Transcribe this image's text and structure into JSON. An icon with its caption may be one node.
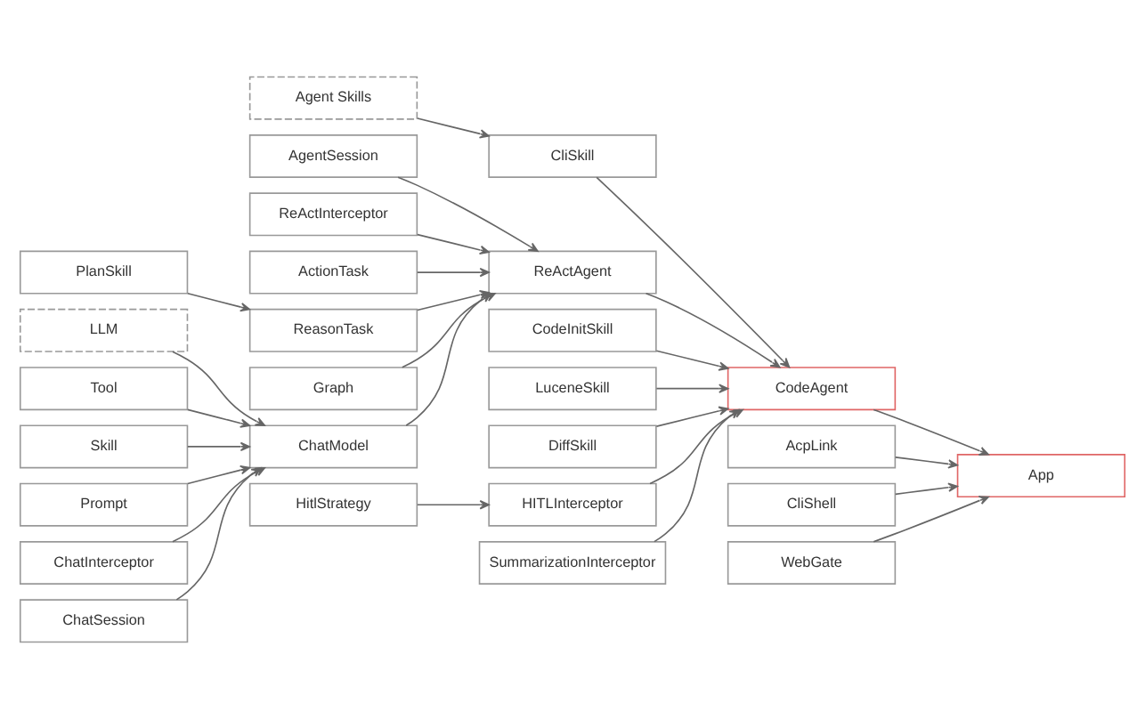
{
  "diagram": {
    "nodes": [
      {
        "text": [
          "AgentSession"
        ]
      },
      {
        "text": [
          "ReActInterceptor"
        ]
      },
      {
        "text": [
          "ActionTask"
        ]
      },
      {
        "text": [
          "PlanSkill"
        ]
      },
      {
        "text": [
          "ReasonTask"
        ]
      },
      {
        "text": [
          "Graph"
        ]
      },
      {
        "text": [
          "AcpLink"
        ]
      },
      {
        "text": [
          "CliShell"
        ]
      },
      {
        "text": [
          "WebGate"
        ]
      },
      {
        "text": [
          "LLM"
        ]
      },
      {
        "text": [
          "ChatModel"
        ]
      },
      {
        "text": [
          "ReActAgent"
        ]
      },
      {
        "text": [
          "CodeAgent"
        ]
      },
      {
        "text": [
          "App"
        ]
      },
      {
        "text": [
          "Tool"
        ]
      },
      {
        "text": [
          "CliSkill"
        ]
      },
      {
        "text": [
          "Skill"
        ]
      },
      {
        "text": [
          "Agent Skills"
        ]
      },
      {
        "text": [
          "CodeInitSkill"
        ]
      },
      {
        "text": [
          "Prompt"
        ]
      },
      {
        "text": [
          "LuceneSkill"
        ]
      },
      {
        "text": [
          "ChatInterceptor"
        ]
      },
      {
        "text": [
          "DiffSkill"
        ]
      },
      {
        "text": [
          "ChatSession"
        ]
      },
      {
        "text": [
          "HITLInterceptor"
        ]
      },
      {
        "text": [
          "HitlStrategy"
        ]
      },
      {
        "text": [
          "SummarizationInterceptor"
        ]
      }
    ],
    "edges": [
      {
        "from": 9,
        "to": 10,
        "arrow": "to"
      },
      {
        "from": 14,
        "to": 10,
        "arrow": "to"
      },
      {
        "from": 16,
        "to": 10,
        "arrow": "to"
      },
      {
        "from": 19,
        "to": 10,
        "arrow": "to"
      },
      {
        "from": 21,
        "to": 10,
        "arrow": "to"
      },
      {
        "from": 23,
        "to": 10,
        "arrow": "to"
      },
      {
        "from": 10,
        "to": 11,
        "arrow": "to"
      },
      {
        "from": 3,
        "to": 4,
        "arrow": "to"
      },
      {
        "from": 0,
        "to": 11,
        "arrow": "to"
      },
      {
        "from": 1,
        "to": 11,
        "arrow": "to"
      },
      {
        "from": 2,
        "to": 11,
        "arrow": "to"
      },
      {
        "from": 4,
        "to": 11,
        "arrow": "to"
      },
      {
        "from": 5,
        "to": 11,
        "arrow": "to"
      },
      {
        "from": 11,
        "to": 12,
        "arrow": "to"
      },
      {
        "from": 17,
        "to": 15,
        "arrow": "to"
      },
      {
        "from": 15,
        "to": 12,
        "arrow": "to"
      },
      {
        "from": 18,
        "to": 12,
        "arrow": "to"
      },
      {
        "from": 20,
        "to": 12,
        "arrow": "to"
      },
      {
        "from": 22,
        "to": 12,
        "arrow": "to"
      },
      {
        "from": 25,
        "to": 24,
        "arrow": "to"
      },
      {
        "from": 24,
        "to": 12,
        "arrow": "to"
      },
      {
        "from": 26,
        "to": 12,
        "arrow": "to"
      },
      {
        "from": 6,
        "to": 13,
        "arrow": "to"
      },
      {
        "from": 7,
        "to": 13,
        "arrow": "to"
      },
      {
        "from": 8,
        "to": 13,
        "arrow": "to"
      },
      {
        "from": 12,
        "to": 13,
        "arrow": "to"
      }
    ]
  }
}
